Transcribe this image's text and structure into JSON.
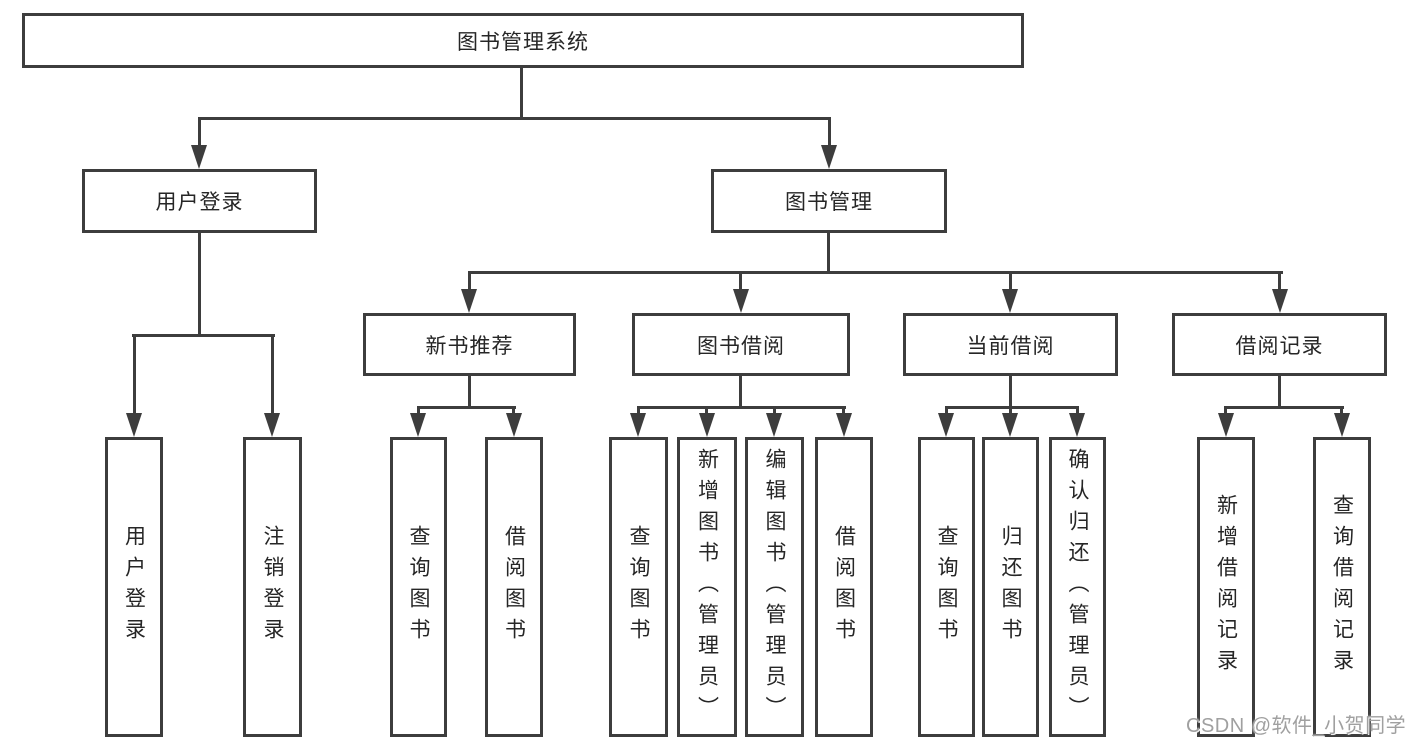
{
  "tree": {
    "root": "图书管理系统",
    "branches": [
      {
        "label": "用户登录",
        "leaves": [
          "用户登录",
          "注销登录"
        ]
      },
      {
        "label": "图书管理",
        "groups": [
          {
            "label": "新书推荐",
            "leaves": [
              "查询图书",
              "借阅图书"
            ]
          },
          {
            "label": "图书借阅",
            "leaves": [
              "查询图书",
              "新增图书（管理员）",
              "编辑图书（管理员）",
              "借阅图书"
            ]
          },
          {
            "label": "当前借阅",
            "leaves": [
              "查询图书",
              "归还图书",
              "确认归还（管理员）"
            ]
          },
          {
            "label": "借阅记录",
            "leaves": [
              "新增借阅记录",
              "查询借阅记录"
            ]
          }
        ]
      }
    ]
  },
  "watermark": "CSDN @软件_小贺同学",
  "colors": {
    "line": "#3d3d3d",
    "text": "#262626",
    "watermark": "#a0a0a0",
    "background": "#ffffff"
  }
}
